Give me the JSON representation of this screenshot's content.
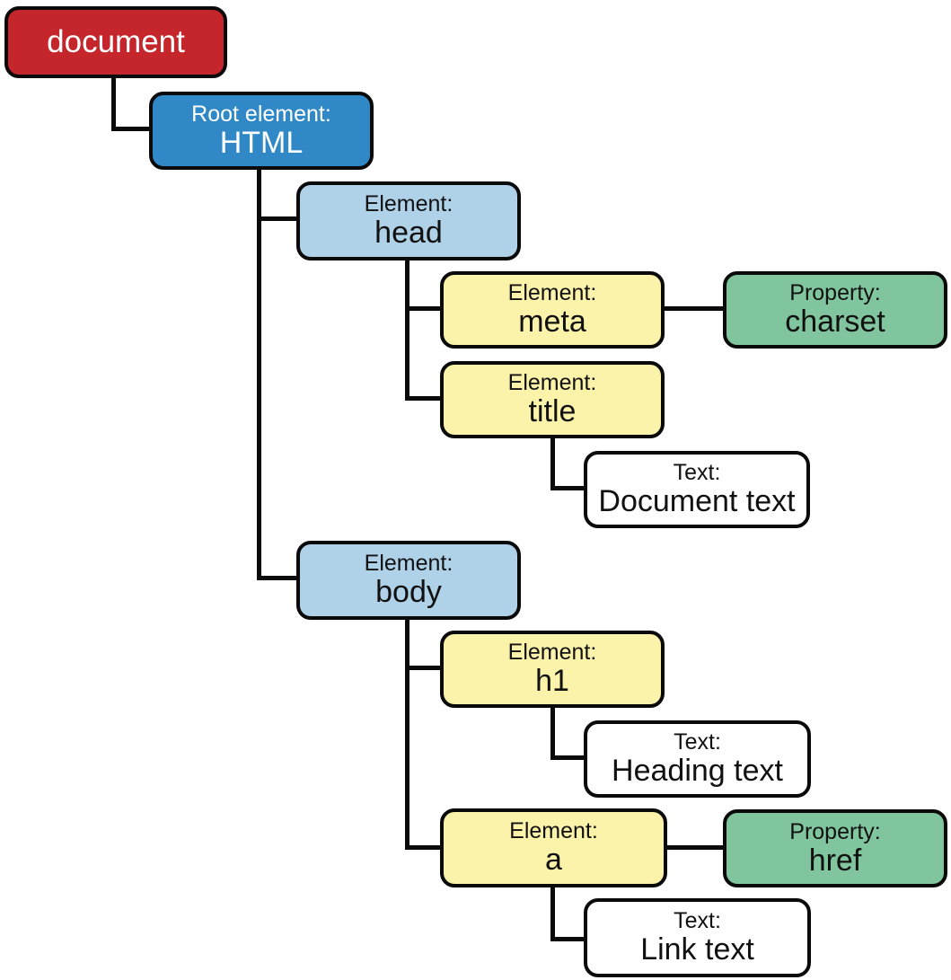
{
  "diagram": {
    "type": "tree",
    "nodes": {
      "document": {
        "name": "document"
      },
      "html": {
        "kind": "Root element:",
        "name": "HTML"
      },
      "head": {
        "kind": "Element:",
        "name": "head"
      },
      "meta": {
        "kind": "Element:",
        "name": "meta"
      },
      "charset": {
        "kind": "Property:",
        "name": "charset"
      },
      "title": {
        "kind": "Element:",
        "name": "title"
      },
      "document_text": {
        "kind": "Text:",
        "name": "Document text"
      },
      "body": {
        "kind": "Element:",
        "name": "body"
      },
      "h1": {
        "kind": "Element:",
        "name": "h1"
      },
      "heading_text": {
        "kind": "Text:",
        "name": "Heading text"
      },
      "a": {
        "kind": "Element:",
        "name": "a"
      },
      "href": {
        "kind": "Property:",
        "name": "href"
      },
      "link_text": {
        "kind": "Text:",
        "name": "Link text"
      }
    },
    "edges": [
      [
        "document",
        "html"
      ],
      [
        "html",
        "head"
      ],
      [
        "html",
        "body"
      ],
      [
        "head",
        "meta"
      ],
      [
        "head",
        "title"
      ],
      [
        "meta",
        "charset"
      ],
      [
        "title",
        "document_text"
      ],
      [
        "body",
        "h1"
      ],
      [
        "body",
        "a"
      ],
      [
        "h1",
        "heading_text"
      ],
      [
        "a",
        "href"
      ],
      [
        "a",
        "link_text"
      ]
    ],
    "colors": {
      "document": "#c5262c",
      "root_element": "#3089c6",
      "container_element": "#afd2e9",
      "element": "#fcf3ab",
      "property": "#81c59e",
      "text_node": "#ffffff",
      "border": "#0a0a0a"
    }
  }
}
